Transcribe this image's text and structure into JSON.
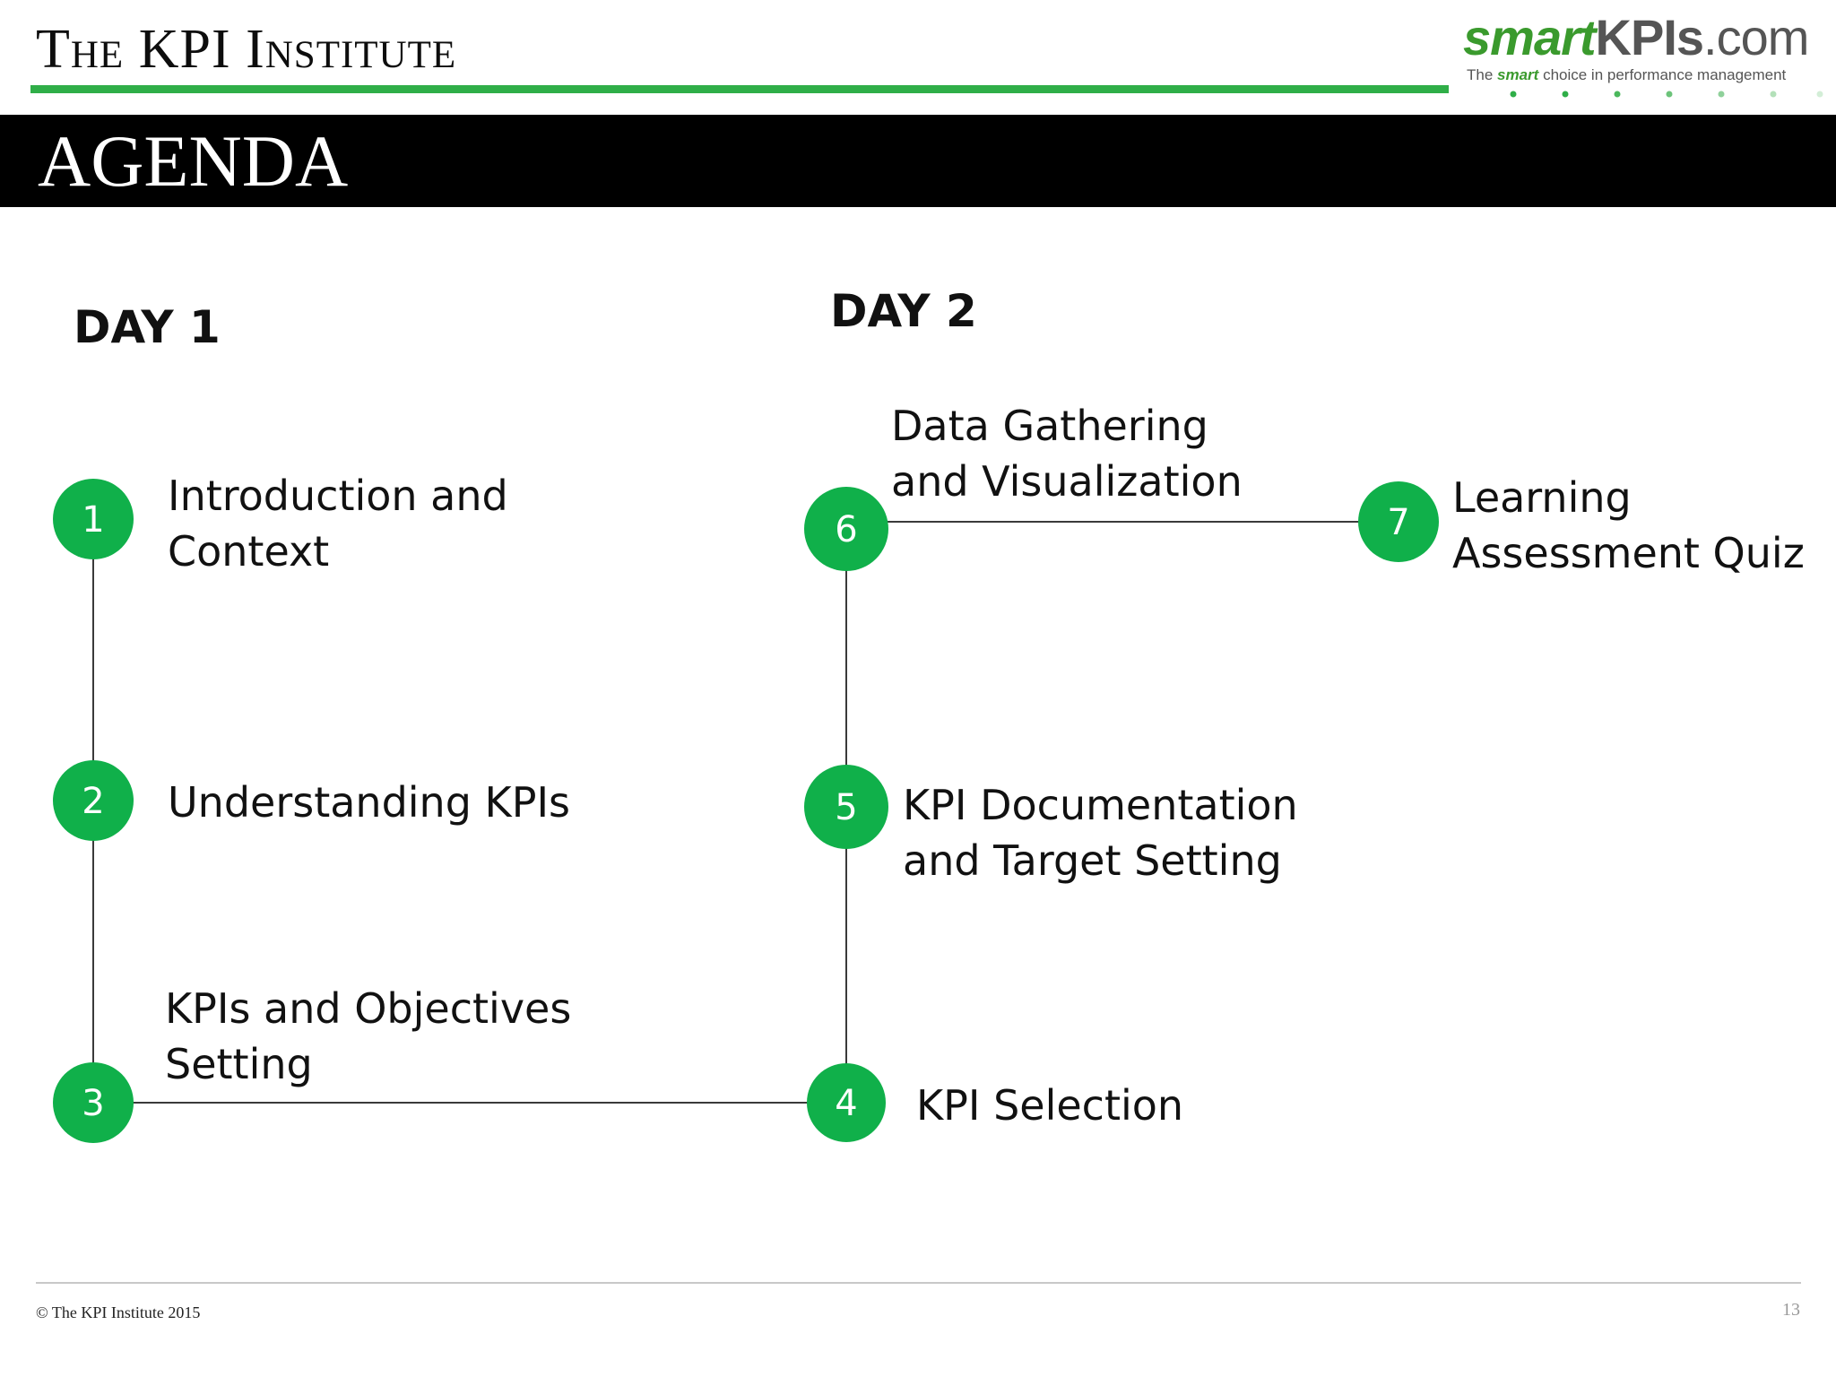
{
  "header": {
    "org_title": "The KPI Institute",
    "logo": {
      "smart": "smart",
      "kpis": "KPIs",
      "com": ".com",
      "tagline_pre": "The ",
      "tagline_em": "smart",
      "tagline_post": " choice in performance management"
    }
  },
  "slide_title": "AGENDA",
  "days": {
    "day1": "DAY 1",
    "day2": "DAY 2"
  },
  "steps": [
    {
      "num": "1",
      "lines": [
        "Introduction and",
        "Context"
      ]
    },
    {
      "num": "2",
      "lines": [
        "Understanding KPIs"
      ]
    },
    {
      "num": "3",
      "lines": [
        "KPIs and Objectives",
        "Setting"
      ]
    },
    {
      "num": "4",
      "lines": [
        "KPI Selection"
      ]
    },
    {
      "num": "5",
      "lines": [
        "KPI Documentation",
        "and Target Setting"
      ]
    },
    {
      "num": "6",
      "lines": [
        "Data Gathering",
        "and Visualization"
      ]
    },
    {
      "num": "7",
      "lines": [
        "Learning",
        "Assessment Quiz"
      ]
    }
  ],
  "colors": {
    "node_green": "#10b04a",
    "connector": "#3a3a3a",
    "rule_green": "#2fae48"
  },
  "footer": {
    "copyright": "© The KPI Institute 2015",
    "page_number": "13"
  }
}
